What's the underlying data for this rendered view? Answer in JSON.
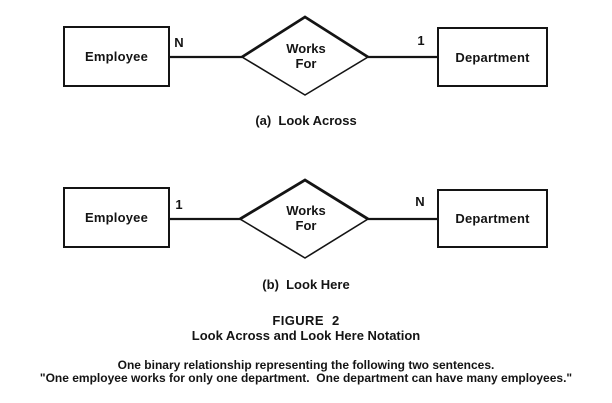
{
  "colors": {
    "ink": "#141414",
    "paper": "#ffffff"
  },
  "figure": {
    "title": "FIGURE  2",
    "subtitle": "Look Across and Look Here Notation",
    "diagrams": [
      {
        "caption": "(a)  Look Across",
        "left_entity": "Employee",
        "left_cardinality": "N",
        "relationship": "Works\nFor",
        "right_cardinality": "1",
        "right_entity": "Department"
      },
      {
        "caption": "(b)  Look Here",
        "left_entity": "Employee",
        "left_cardinality": "1",
        "relationship": "Works\nFor",
        "right_cardinality": "N",
        "right_entity": "Department"
      }
    ]
  },
  "description": {
    "line1": "One binary relationship representing the following two sentences.",
    "line2": "\"One employee works for only one department.  One department can have many employees.\""
  }
}
